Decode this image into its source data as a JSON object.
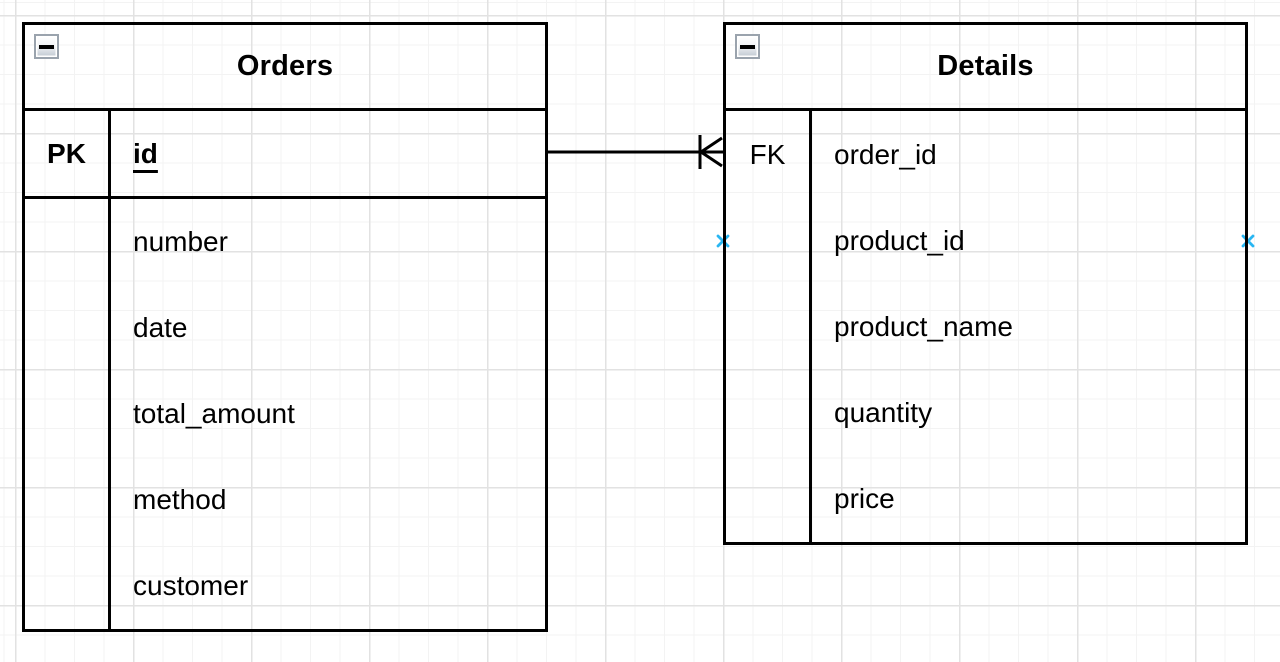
{
  "theme": {
    "background": "#ffffff",
    "grid_minor": "#f3f3f3",
    "grid_major": "#e2e2e2",
    "line": "#000000",
    "text": "#000000",
    "accent": "#29b6f2"
  },
  "tables": [
    {
      "title": "Orders",
      "key_label": "PK",
      "key_field": "id",
      "fields": [
        "number",
        "date",
        "total_amount",
        "method",
        "customer"
      ]
    },
    {
      "title": "Details",
      "key_label": "FK",
      "key_field": "order_id",
      "fields": [
        "product_id",
        "product_name",
        "quantity",
        "price"
      ]
    }
  ],
  "relationship": {
    "from_table": "Orders",
    "from_field": "id",
    "to_table": "Details",
    "to_field": "order_id",
    "end_marker": "crow-foot-many"
  },
  "icons": {
    "collapse_button": "minus-icon",
    "connection_point": "x-cross-icon"
  }
}
